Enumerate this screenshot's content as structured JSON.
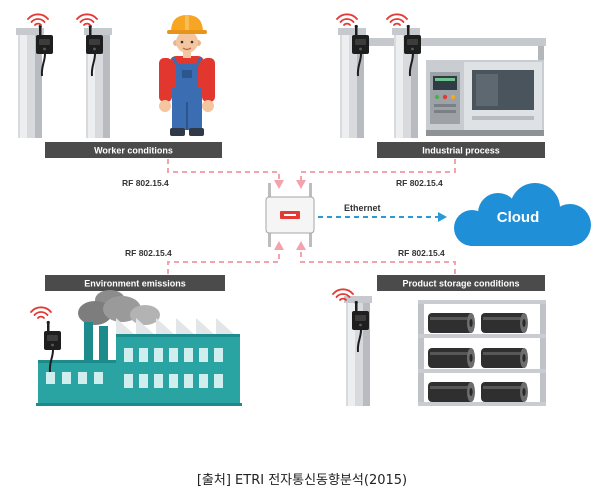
{
  "figure": {
    "panels": {
      "worker": {
        "label": "Worker conditions"
      },
      "industrial": {
        "label": "Industrial process"
      },
      "environment": {
        "label": "Environment emissions"
      },
      "storage": {
        "label": "Product storage conditions"
      }
    },
    "links": {
      "rf_top_left": "RF 802.15.4",
      "rf_top_right": "RF 802.15.4",
      "rf_bottom_left": "RF 802.15.4",
      "rf_bottom_right": "RF 802.15.4",
      "uplink": "Ethernet"
    },
    "cloud_label": "Cloud",
    "caption": "[출처] ETRI 전자통신동향분석(2015)"
  },
  "icons": {
    "node": "sensor-node-icon",
    "signal": "wifi-signal-icon",
    "gateway": "gateway-icon",
    "cloud": "cloud-icon",
    "worker": "worker-icon",
    "machine": "machine-icon",
    "factory": "factory-icon",
    "storage": "storage-rack-icon"
  },
  "colors": {
    "label_bar": "#4b4b4b",
    "rf_link": "#f2a3ab",
    "ethernet_link": "#2a9ad6",
    "cloud": "#1f8fd8",
    "gateway_indicator": "#e53935",
    "wifi_signal": "#e53935",
    "factory": "#2aa3a3"
  }
}
